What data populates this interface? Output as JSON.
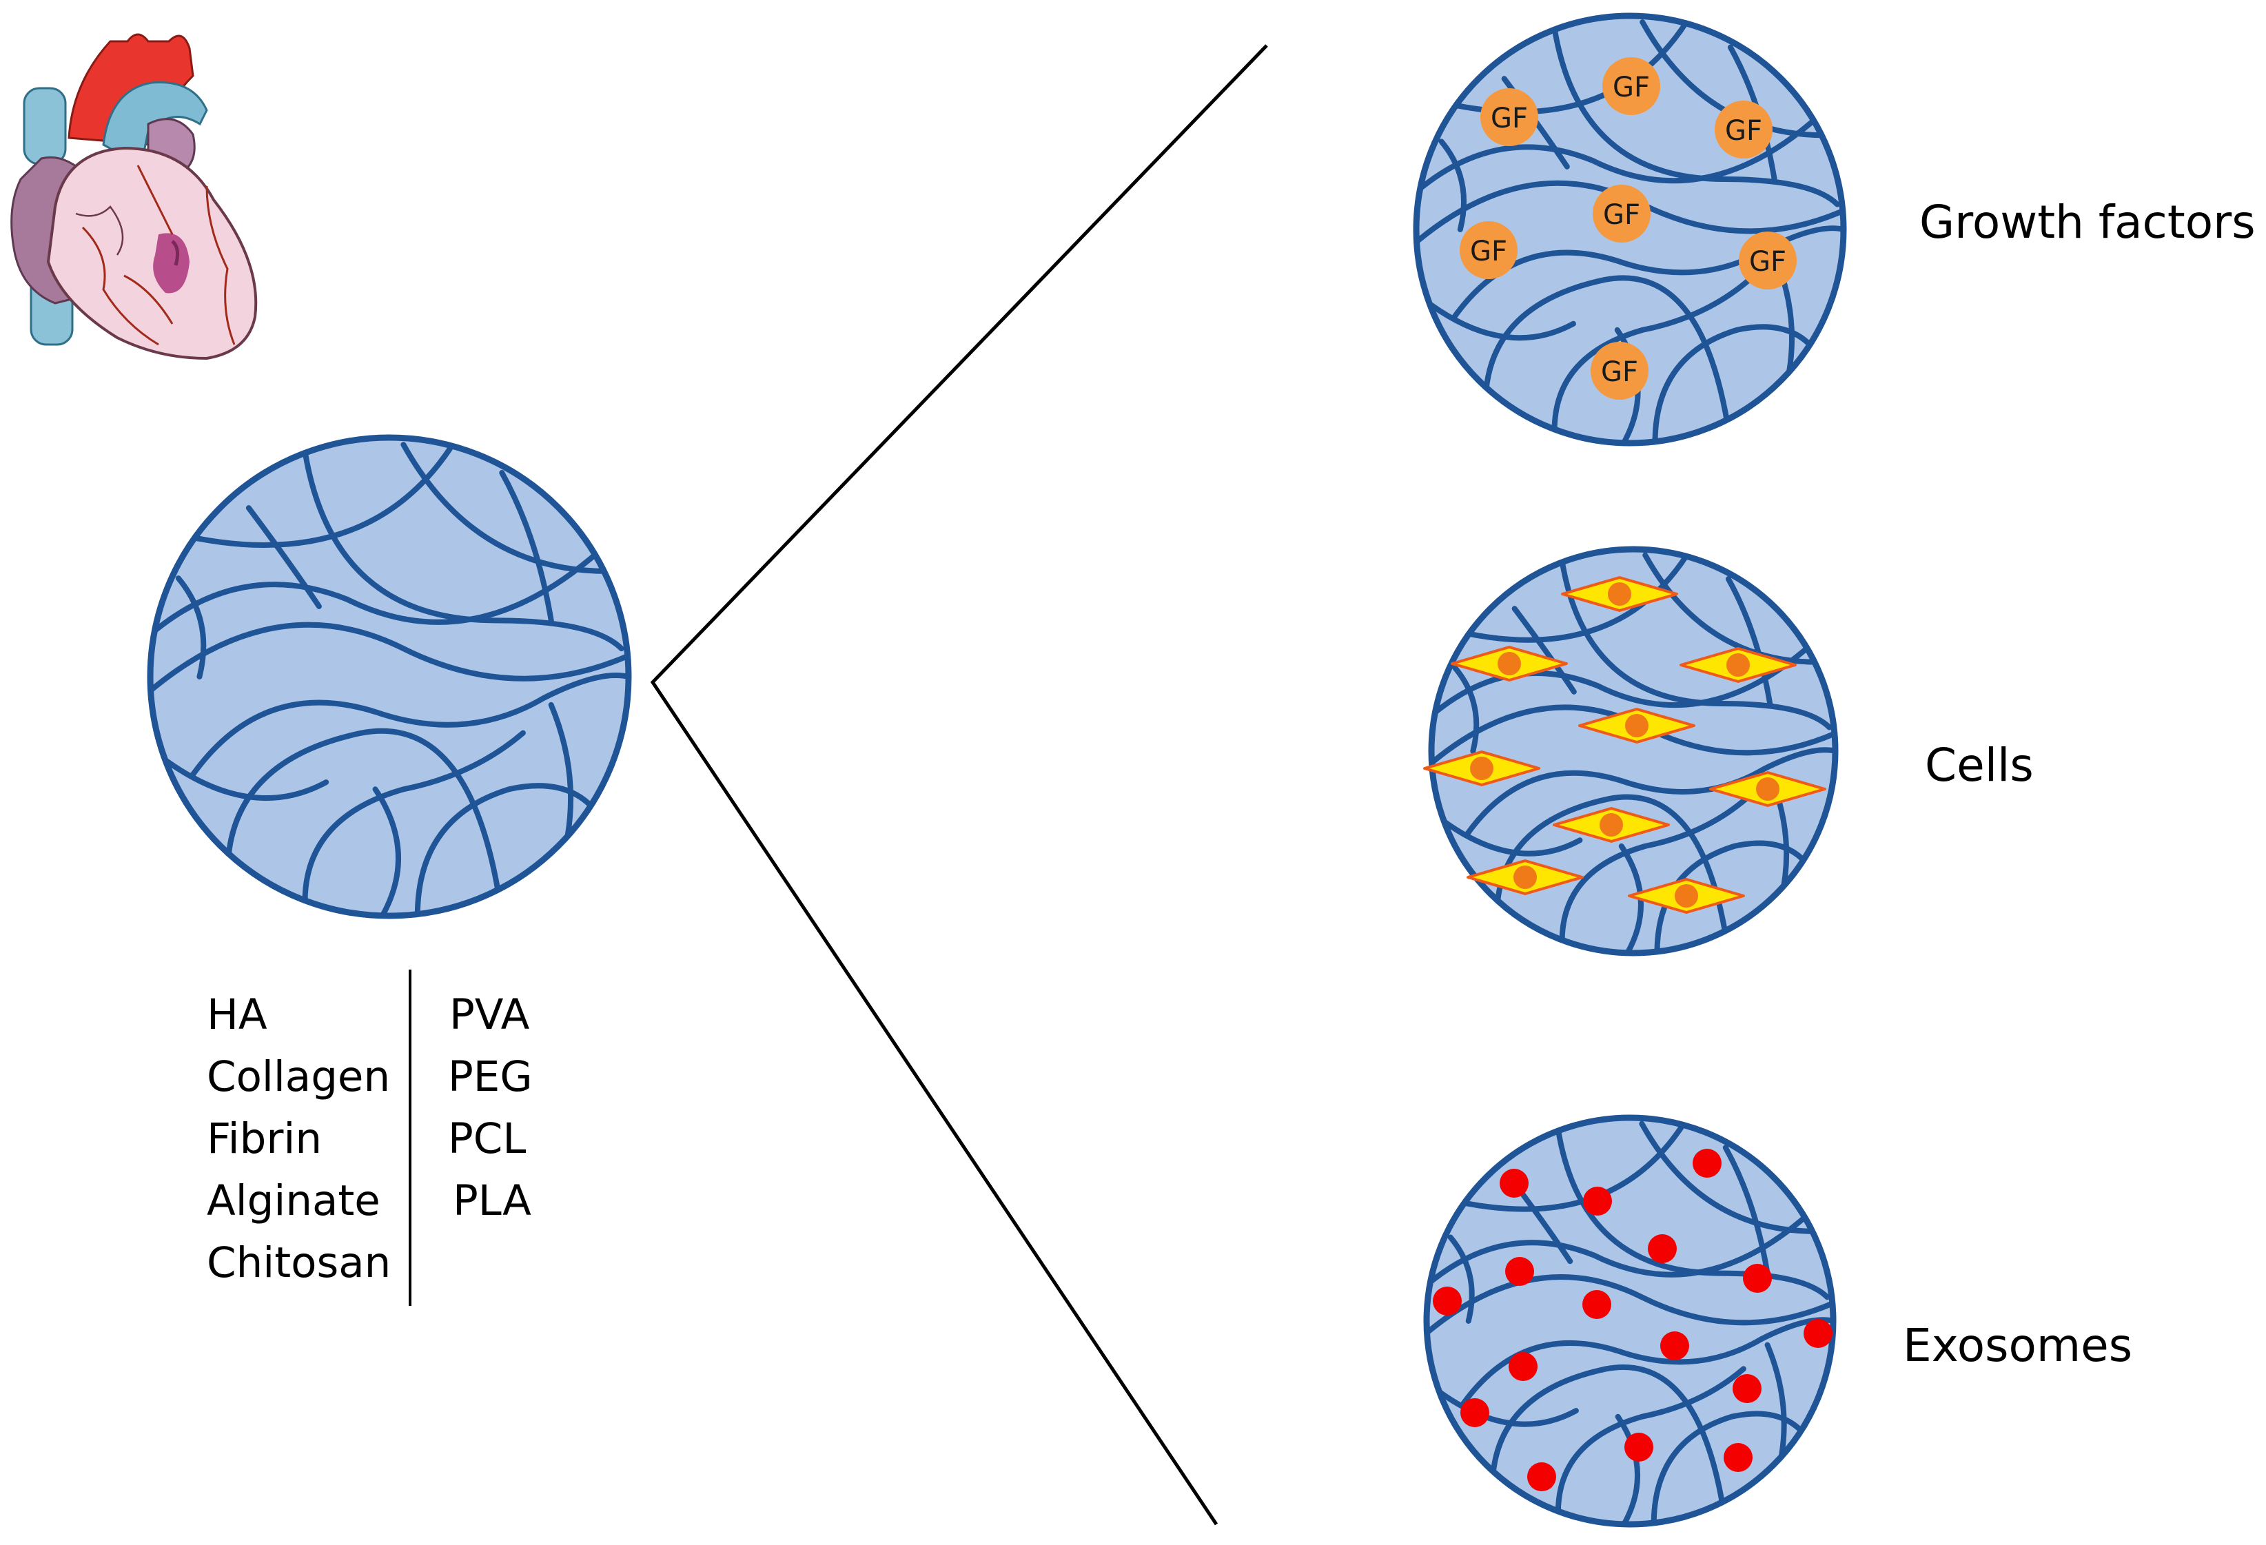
{
  "colors": {
    "gel_fill": "#adc6e8",
    "mesh_stroke": "#1f5496",
    "gf_fill": "#f4993f",
    "cell_fill": "#ffe600",
    "cell_outline": "#f05a18",
    "nucleus": "#f07a18",
    "exosome": "#f50000"
  },
  "icons": {
    "heart": "heart-icon"
  },
  "materials": {
    "natural": [
      "HA",
      "Collagen",
      "Fibrin",
      "Alginate",
      "Chitosan"
    ],
    "synthetic": [
      "PVA",
      "PEG",
      "PCL",
      "PLA"
    ]
  },
  "cargo": {
    "growth_factors": {
      "label": "Growth factors",
      "badge": "GF"
    },
    "cells": {
      "label": "Cells"
    },
    "exosomes": {
      "label": "Exosomes"
    }
  }
}
